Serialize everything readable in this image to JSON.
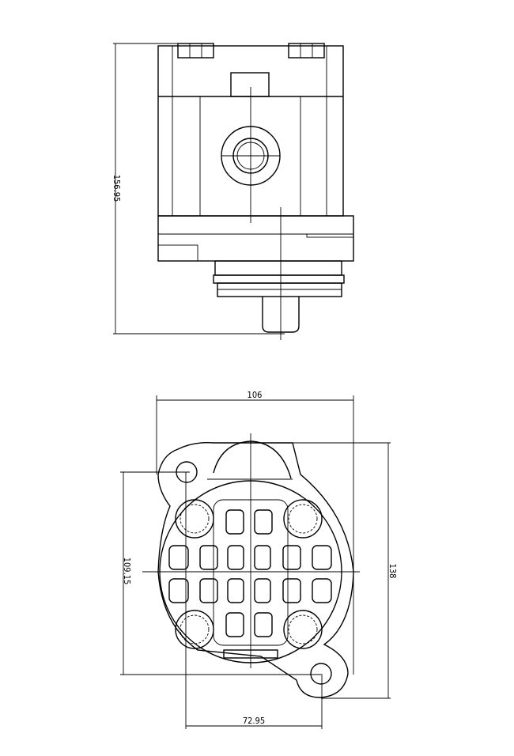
{
  "drawing": {
    "side_view": {
      "height_dimension": "156.95"
    },
    "front_view": {
      "width_dimension": "106",
      "height_dimension": "138",
      "mount_vertical_dimension": "109.15",
      "bolt_spacing_dimension": "72.95"
    }
  },
  "colors": {
    "line": "#000000",
    "background": "#ffffff"
  }
}
